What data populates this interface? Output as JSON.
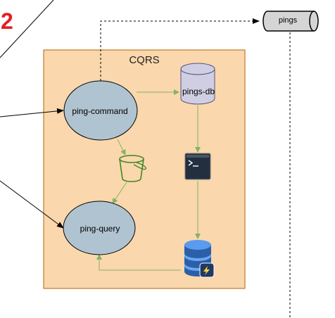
{
  "diagram": {
    "step_number": "2",
    "group": {
      "title": "CQRS"
    },
    "nodes": {
      "ping_command": "ping-command",
      "ping_query": "ping-query",
      "pings_db": "pings-db",
      "pings_topic": "pings"
    },
    "icons": [
      "bucket-icon",
      "terminal-icon",
      "database-lightning-icon"
    ]
  },
  "colors": {
    "group_fill": "#fad7ac",
    "group_stroke": "#b46504",
    "service_fill": "#b0c3d0",
    "db_fill": "#d0cee2",
    "green_arrow": "#82b366",
    "step_number": "#e51e25"
  }
}
